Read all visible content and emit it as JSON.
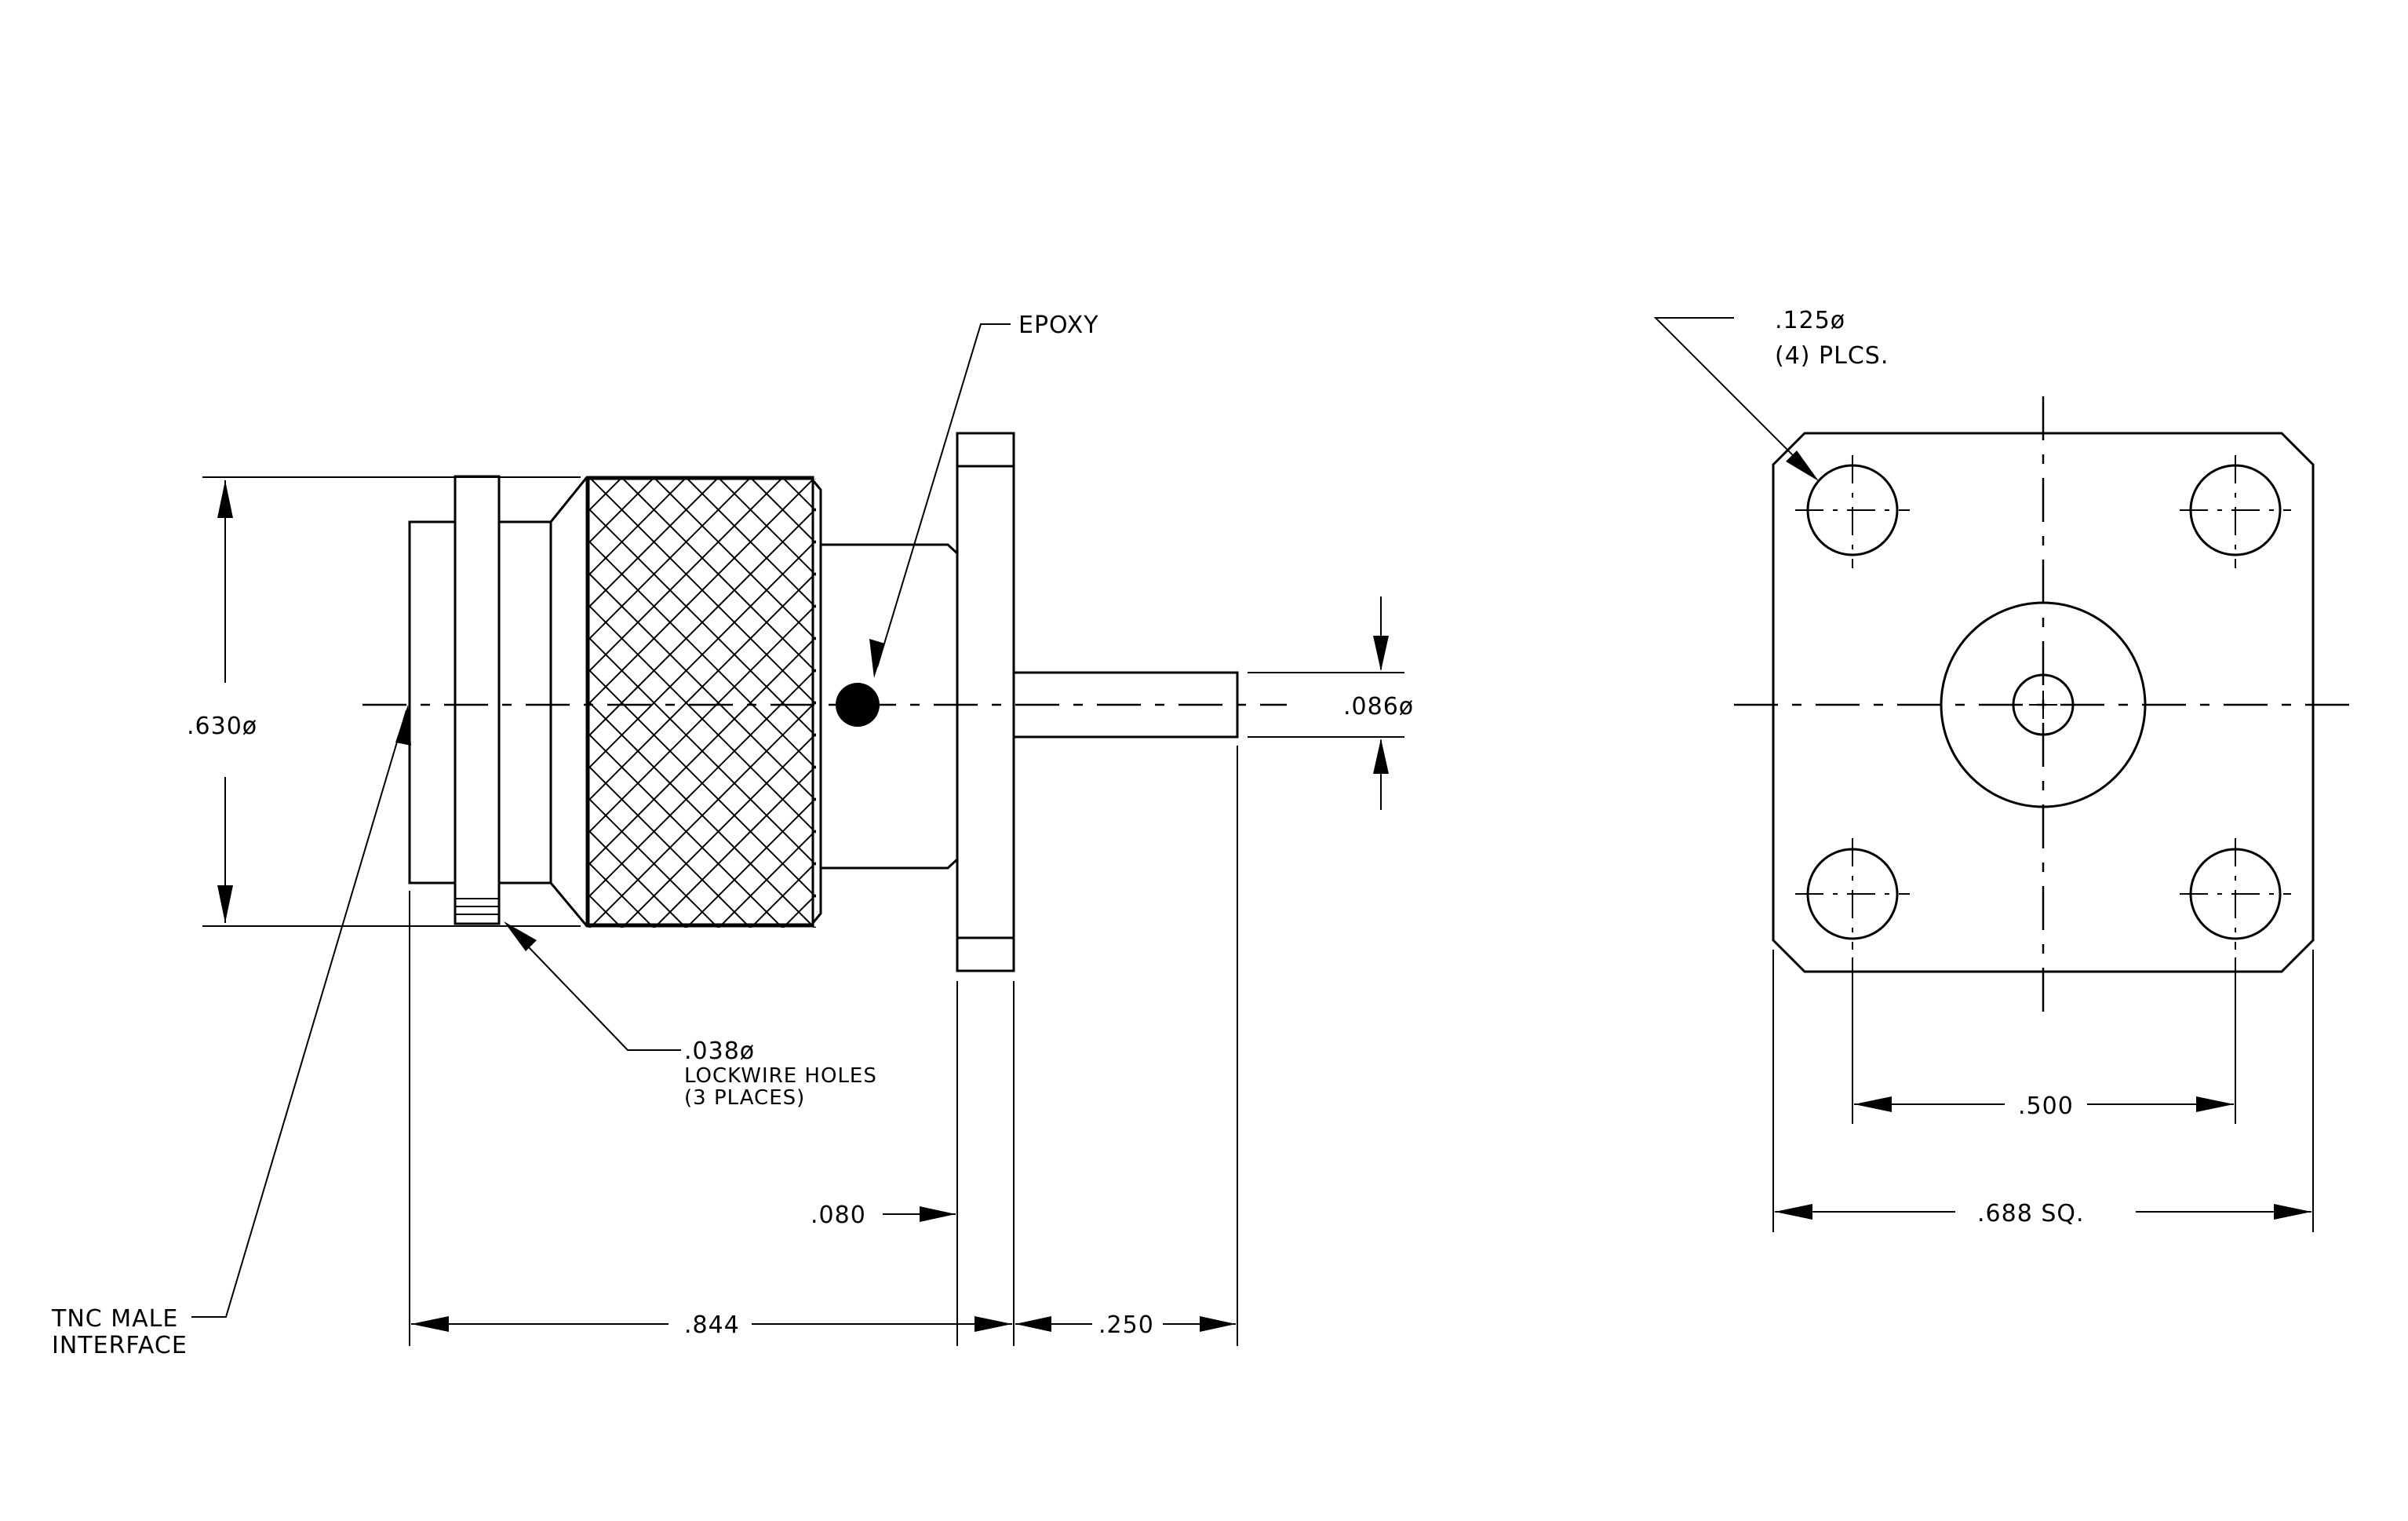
{
  "callouts": {
    "epoxy": "EPOXY",
    "hole_dia": ".125ø",
    "hole_count": "(4) PLCS.",
    "lockwire_dia": ".038ø",
    "lockwire_label": "LOCKWIRE HOLES",
    "lockwire_count": "(3 PLACES)",
    "interface_line1": "TNC MALE",
    "interface_line2": "INTERFACE"
  },
  "dimensions": {
    "body_diameter": ".630ø",
    "pin_diameter": ".086ø",
    "flange_thickness": ".080",
    "body_length": ".844",
    "pin_length": ".250",
    "hole_spacing": ".500",
    "flange_square": ".688 SQ."
  }
}
